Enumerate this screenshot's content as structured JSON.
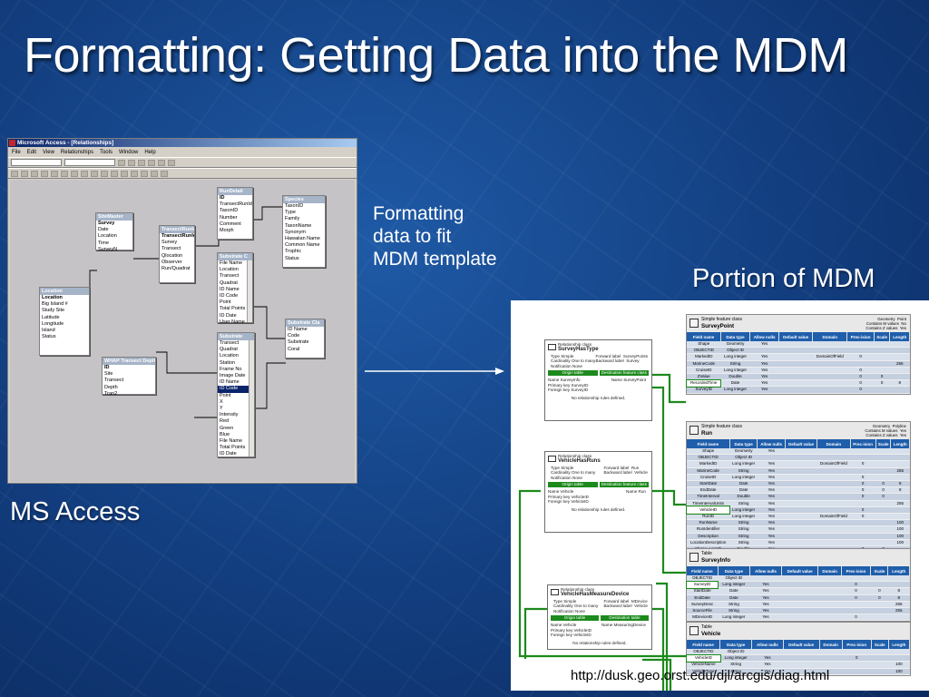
{
  "slide": {
    "title": "Formatting: Getting Data into the MDM",
    "access_caption": "MS Access",
    "note_lines": [
      "Formatting",
      "data to fit",
      "MDM template"
    ],
    "mdm_caption": "Portion of MDM",
    "source_url": "http://dusk.geo.orst.edu/djl/arcgis/diag.html"
  },
  "access": {
    "title": "Microsoft Access - [Relationships]",
    "menu": [
      "File",
      "Edit",
      "View",
      "Relationships",
      "Tools",
      "Window",
      "Help"
    ],
    "tables": [
      {
        "title": "SiteMaster",
        "fields": [
          {
            "t": "Survey",
            "k": true
          },
          {
            "t": "Date"
          },
          {
            "t": "Location"
          },
          {
            "t": "Time"
          },
          {
            "t": "SurveyN"
          }
        ]
      },
      {
        "title": "TransectRunId",
        "fields": [
          {
            "t": "TransectRunId",
            "k": true
          },
          {
            "t": "Survey"
          },
          {
            "t": "Transect"
          },
          {
            "t": "Qlocation"
          },
          {
            "t": "Observer"
          },
          {
            "t": "Run/Quadrat"
          }
        ]
      },
      {
        "title": "RunDetail",
        "fields": [
          {
            "t": "ID",
            "k": true
          },
          {
            "t": "TransectRunId"
          },
          {
            "t": "TaxonID"
          },
          {
            "t": "Number"
          },
          {
            "t": "Comment"
          },
          {
            "t": "Morph"
          }
        ]
      },
      {
        "title": "Species",
        "fields": [
          {
            "t": "TaxonID"
          },
          {
            "t": "Type"
          },
          {
            "t": "Family"
          },
          {
            "t": "TaxonName"
          },
          {
            "t": "Synonym"
          },
          {
            "t": "Hawaiian Name"
          },
          {
            "t": "Common Name"
          },
          {
            "t": "Trophic"
          },
          {
            "t": "Status"
          }
        ]
      },
      {
        "title": "Substrate C",
        "fields": [
          {
            "t": "File Name"
          },
          {
            "t": "Location"
          },
          {
            "t": "Transect"
          },
          {
            "t": "Quadrat"
          },
          {
            "t": "ID Name"
          },
          {
            "t": "ID Code"
          },
          {
            "t": "Point"
          },
          {
            "t": "Total Points"
          },
          {
            "t": "ID Date"
          },
          {
            "t": "User Name"
          }
        ]
      },
      {
        "title": "Location",
        "fields": [
          {
            "t": "Location",
            "k": true
          },
          {
            "t": "Big Island #"
          },
          {
            "t": "Study Site"
          },
          {
            "t": "Latitude"
          },
          {
            "t": "Longitude"
          },
          {
            "t": "Island"
          },
          {
            "t": "Status"
          }
        ]
      },
      {
        "title": "Substrate Cla",
        "fields": [
          {
            "t": "ID Name"
          },
          {
            "t": "Code"
          },
          {
            "t": "Substrate"
          },
          {
            "t": "Coral"
          }
        ]
      },
      {
        "title": "WHAP Transect Depths",
        "fields": [
          {
            "t": "ID",
            "k": true
          },
          {
            "t": "Site"
          },
          {
            "t": "Transect"
          },
          {
            "t": "Depth"
          },
          {
            "t": "Tran2"
          }
        ]
      },
      {
        "title": "Substrate",
        "fields": [
          {
            "t": "Transect"
          },
          {
            "t": "Quadrat"
          },
          {
            "t": "Location"
          },
          {
            "t": "Station"
          },
          {
            "t": "Frame No"
          },
          {
            "t": "Image Date"
          },
          {
            "t": "ID Name"
          },
          {
            "t": "ID Code",
            "sel": true
          },
          {
            "t": "Point"
          },
          {
            "t": "X"
          },
          {
            "t": "Y"
          },
          {
            "t": "Intensity"
          },
          {
            "t": "Red"
          },
          {
            "t": "Green"
          },
          {
            "t": "Blue"
          },
          {
            "t": "File Name"
          },
          {
            "t": "Total Points"
          },
          {
            "t": "ID Date"
          }
        ]
      }
    ]
  },
  "mdm": {
    "relationships": [
      {
        "kind": "Relationship class",
        "name": "SurveyHasType",
        "meta_left": "Type Simple\nCardinality One to many\nNotification None",
        "meta_right": "Forward label  SurveyPoints\nBackward label  Survey",
        "origin_label": "Origin table",
        "dest_label": "Destination feature class",
        "keys_left": "Name SurveyInfo\nPrimary key SurveyID\nForeign key SurveyID",
        "keys_right": "Name SurveyPoint",
        "foot": "No relationship rules defined."
      },
      {
        "kind": "Relationship class",
        "name": "VehicleHasRuns",
        "meta_left": "Type Simple\nCardinality One to many\nNotification None",
        "meta_right": "Forward label  Run\nBackward label  Vehicle",
        "origin_label": "Origin table",
        "dest_label": "Destination feature class",
        "keys_left": "Name Vehicle\nPrimary key VehicleID\nForeign key VehicleID",
        "keys_right": "Name Run",
        "foot": "No relationship rules defined."
      },
      {
        "kind": "Relationship class",
        "name": "VehicleHasMeasureDevice",
        "meta_left": "Type Simple\nCardinality One to many\nNotification None",
        "meta_right": "Forward label  MDevice\nBackward label  Vehicle",
        "origin_label": "Origin table",
        "dest_label": "Destination table",
        "keys_left": "Name Vehicle\nPrimary key VehicleID\nForeign key VehicleID",
        "keys_right": "Name MeasuringDevice",
        "foot": "No relationship rules defined."
      }
    ],
    "columns": [
      "Field name",
      "Data type",
      "Allow nulls",
      "Default value",
      "Domain",
      "Prec-ision",
      "Scale",
      "Length"
    ],
    "classes": [
      {
        "kind": "Simple feature class",
        "name": "SurveyPoint",
        "meta": "Geometry  Point\nContains M values  No\nContains Z values  Yes",
        "rows": [
          [
            "Shape",
            "Geometry",
            "Yes",
            "",
            "",
            "",
            "",
            ""
          ],
          [
            "OBJECTID",
            "Object ID",
            "",
            "",
            "",
            "",
            "",
            ""
          ],
          [
            "MarkedID",
            "Long integer",
            "Yes",
            "",
            "DomainOfField",
            "0",
            "",
            ""
          ],
          [
            "MarineCode",
            "String",
            "Yes",
            "",
            "",
            "",
            "",
            "255"
          ],
          [
            "CruiseID",
            "Long integer",
            "Yes",
            "",
            "",
            "0",
            "",
            ""
          ],
          [
            "ZValue",
            "Double",
            "Yes",
            "",
            "",
            "0",
            "0",
            ""
          ],
          [
            "RecordedTime",
            "Date",
            "Yes",
            "",
            "",
            "0",
            "0",
            "8"
          ],
          [
            "SurveyID",
            "Long integer",
            "Yes",
            "",
            "",
            "0",
            "",
            ""
          ]
        ],
        "highlight": 6
      },
      {
        "kind": "Simple feature class",
        "name": "Run",
        "meta": "Geometry  Polyline\nContains M values  Yes\nContains Z values  Yes",
        "rows": [
          [
            "Shape",
            "Geometry",
            "Yes",
            "",
            "",
            "",
            "",
            ""
          ],
          [
            "OBJECTID",
            "Object ID",
            "",
            "",
            "",
            "",
            "",
            ""
          ],
          [
            "MarkedID",
            "Long integer",
            "Yes",
            "",
            "DomainOfField",
            "0",
            "",
            ""
          ],
          [
            "MarineCode",
            "String",
            "Yes",
            "",
            "",
            "",
            "",
            "255"
          ],
          [
            "CruiseID",
            "Long integer",
            "Yes",
            "",
            "",
            "0",
            "",
            ""
          ],
          [
            "StartDate",
            "Date",
            "Yes",
            "",
            "",
            "0",
            "0",
            "8"
          ],
          [
            "EndDate",
            "Date",
            "Yes",
            "",
            "",
            "0",
            "0",
            "8"
          ],
          [
            "TimeInterval",
            "Double",
            "Yes",
            "",
            "",
            "0",
            "0",
            ""
          ],
          [
            "TimeIntervalUnits",
            "String",
            "Yes",
            "",
            "",
            "",
            "",
            "255"
          ],
          [
            "VehicleID",
            "Long integer",
            "Yes",
            "",
            "",
            "0",
            "",
            ""
          ],
          [
            "RunID",
            "Long integer",
            "Yes",
            "",
            "DomainOfField",
            "0",
            "",
            ""
          ],
          [
            "RunName",
            "String",
            "Yes",
            "",
            "",
            "",
            "",
            "100"
          ],
          [
            "RunIdentifier",
            "String",
            "Yes",
            "",
            "",
            "",
            "",
            "100"
          ],
          [
            "Description",
            "String",
            "Yes",
            "",
            "",
            "",
            "",
            "100"
          ],
          [
            "LocationDescription",
            "String",
            "Yes",
            "",
            "",
            "",
            "",
            "100"
          ],
          [
            "Shape_Length",
            "Double",
            "Yes",
            "",
            "",
            "0",
            "0",
            ""
          ]
        ],
        "highlight": 9
      },
      {
        "kind": "Table",
        "name": "SurveyInfo",
        "meta": "",
        "rows": [
          [
            "OBJECTID",
            "Object ID",
            "",
            "",
            "",
            "",
            "",
            ""
          ],
          [
            "SurveyID",
            "Long integer",
            "Yes",
            "",
            "",
            "0",
            "",
            ""
          ],
          [
            "StartDate",
            "Date",
            "Yes",
            "",
            "",
            "0",
            "0",
            "8"
          ],
          [
            "EndDate",
            "Date",
            "Yes",
            "",
            "",
            "0",
            "0",
            "8"
          ],
          [
            "SurveyDesc",
            "String",
            "Yes",
            "",
            "",
            "",
            "",
            "255"
          ],
          [
            "SourceFile",
            "String",
            "Yes",
            "",
            "",
            "",
            "",
            "255"
          ],
          [
            "MDeviceID",
            "Long integer",
            "Yes",
            "",
            "",
            "0",
            "",
            ""
          ]
        ],
        "highlight": 1
      },
      {
        "kind": "Table",
        "name": "Vehicle",
        "meta": "",
        "rows": [
          [
            "OBJECTID",
            "Object ID",
            "",
            "",
            "",
            "",
            "",
            ""
          ],
          [
            "VehicleID",
            "Long integer",
            "Yes",
            "",
            "",
            "0",
            "",
            ""
          ],
          [
            "VehicleName",
            "String",
            "Yes",
            "",
            "",
            "",
            "",
            "100"
          ],
          [
            "VehicleType",
            "String",
            "Yes",
            "",
            "",
            "",
            "",
            "100"
          ]
        ],
        "highlight": 1
      }
    ]
  },
  "colors": {
    "slide_bg": "#123d7e",
    "header_blue": "#1f5eab",
    "relationship_green": "#1c8a1c",
    "access_gray": "#d4d0c8"
  }
}
